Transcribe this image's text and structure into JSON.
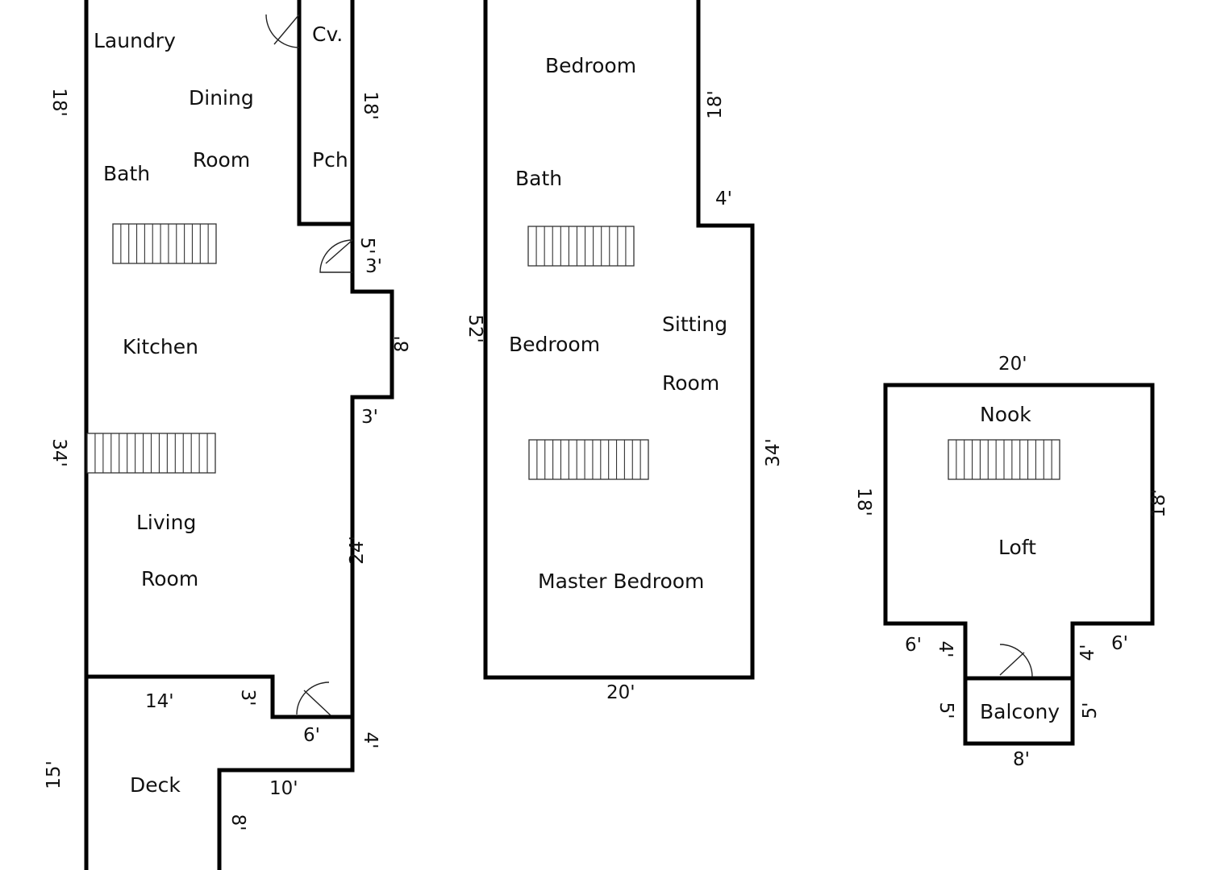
{
  "plan": {
    "wall_color": "#000000",
    "main_floor": {
      "rooms": {
        "laundry": "Laundry",
        "cv": "Cv.",
        "dining": "Dining",
        "dining_room": "Room",
        "bath": "Bath",
        "pch": "Pch",
        "kitchen": "Kitchen",
        "living": "Living",
        "living_room": "Room",
        "deck": "Deck"
      },
      "dims": {
        "left_18": "18'",
        "pch_18": "18'",
        "porch_5": "5'",
        "porch_3": "3'",
        "bump_8": "8'",
        "bump_3": "3'",
        "left_34": "34'",
        "right_24": "24'",
        "deck_14": "14'",
        "deck_3": "3'",
        "deck_6": "6'",
        "deck_4": "4'",
        "deck_15": "15'",
        "deck_10": "10'",
        "deck_8": "8'"
      }
    },
    "second_floor": {
      "rooms": {
        "bedroom_top": "Bedroom",
        "bath": "Bath",
        "bedroom": "Bedroom",
        "sitting": "Sitting",
        "sitting_room": "Room",
        "master_bedroom": "Master Bedroom"
      },
      "dims": {
        "right_18": "18'",
        "step_4": "4'",
        "left_52": "52'",
        "right_34": "34'",
        "bottom_20": "20'"
      }
    },
    "loft_floor": {
      "rooms": {
        "nook": "Nook",
        "loft": "Loft",
        "balcony": "Balcony"
      },
      "dims": {
        "top_20": "20'",
        "left_18": "18'",
        "right_18": "18'",
        "left_6": "6'",
        "left_4": "4'",
        "right_4": "4'",
        "right_6": "6'",
        "left_5": "5'",
        "right_5": "5'",
        "bottom_8": "8'"
      }
    }
  }
}
